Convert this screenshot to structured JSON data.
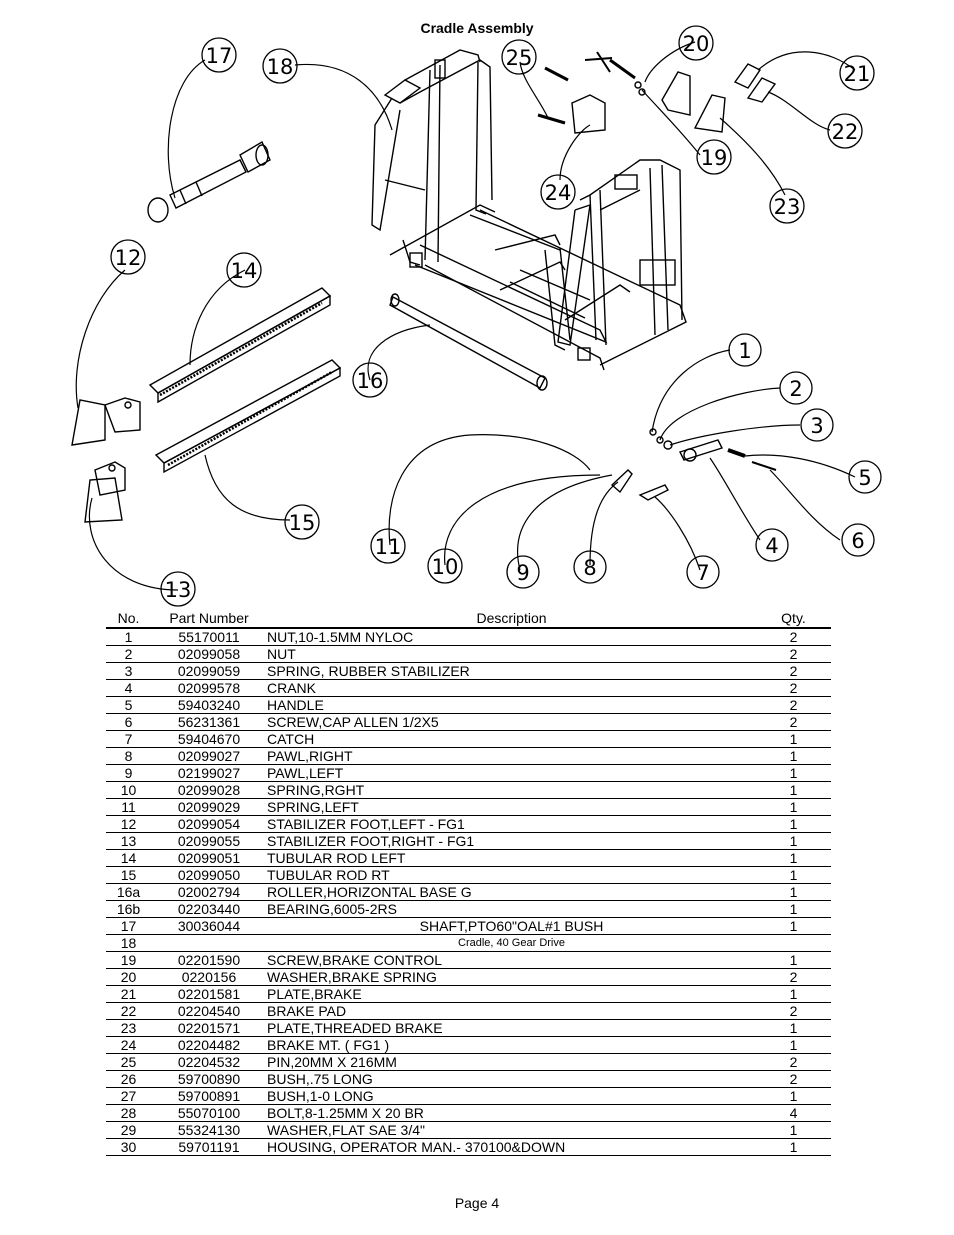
{
  "title": "Cradle Assembly",
  "callouts": [
    "1",
    "2",
    "3",
    "4",
    "5",
    "6",
    "7",
    "8",
    "9",
    "10",
    "11",
    "12",
    "13",
    "14",
    "15",
    "16",
    "17",
    "18",
    "19",
    "20",
    "21",
    "22",
    "23",
    "24",
    "25"
  ],
  "table": {
    "headers": {
      "no": "No.",
      "part": "Part Number",
      "desc": "Description",
      "qty": "Qty."
    },
    "rows": [
      {
        "no": "1",
        "part": "55170011",
        "desc": "NUT,10-1.5MM NYLOC",
        "qty": "2"
      },
      {
        "no": "2",
        "part": "02099058",
        "desc": "NUT",
        "qty": "2"
      },
      {
        "no": "3",
        "part": "02099059",
        "desc": "SPRING, RUBBER STABILIZER",
        "qty": "2"
      },
      {
        "no": "4",
        "part": "02099578",
        "desc": "CRANK",
        "qty": "2"
      },
      {
        "no": "5",
        "part": "59403240",
        "desc": "HANDLE",
        "qty": "2"
      },
      {
        "no": "6",
        "part": "56231361",
        "desc": "SCREW,CAP ALLEN 1/2X5",
        "qty": "2"
      },
      {
        "no": "7",
        "part": "59404670",
        "desc": "CATCH",
        "qty": "1"
      },
      {
        "no": "8",
        "part": "02099027",
        "desc": "PAWL,RIGHT",
        "qty": "1"
      },
      {
        "no": "9",
        "part": "02199027",
        "desc": "PAWL,LEFT",
        "qty": "1"
      },
      {
        "no": "10",
        "part": "02099028",
        "desc": "SPRING,RGHT",
        "qty": "1"
      },
      {
        "no": "11",
        "part": "02099029",
        "desc": "SPRING,LEFT",
        "qty": "1"
      },
      {
        "no": "12",
        "part": "02099054",
        "desc": "STABILIZER FOOT,LEFT - FG1",
        "qty": "1"
      },
      {
        "no": "13",
        "part": "02099055",
        "desc": "STABILIZER FOOT,RIGHT - FG1",
        "qty": "1"
      },
      {
        "no": "14",
        "part": "02099051",
        "desc": "TUBULAR ROD LEFT",
        "qty": "1"
      },
      {
        "no": "15",
        "part": "02099050",
        "desc": "TUBULAR ROD RT",
        "qty": "1"
      },
      {
        "no": "16a",
        "part": "02002794",
        "desc": "ROLLER,HORIZONTAL BASE G",
        "qty": "1"
      },
      {
        "no": "16b",
        "part": "02203440",
        "desc": "BEARING,6005-2RS",
        "qty": "1"
      },
      {
        "no": "17",
        "part": "30036044",
        "desc": "SHAFT,PTO60\"OAL#1 BUSH",
        "qty": "1",
        "align": "center"
      },
      {
        "no": "18",
        "part": "",
        "desc": "Cradle, 40 Gear Drive",
        "qty": "",
        "align": "small"
      },
      {
        "no": "19",
        "part": "02201590",
        "desc": "SCREW,BRAKE CONTROL",
        "qty": "1"
      },
      {
        "no": "20",
        "part": "0220156",
        "desc": "WASHER,BRAKE SPRING",
        "qty": "2"
      },
      {
        "no": "21",
        "part": "02201581",
        "desc": "PLATE,BRAKE",
        "qty": "1"
      },
      {
        "no": "22",
        "part": "02204540",
        "desc": "BRAKE PAD",
        "qty": "2"
      },
      {
        "no": "23",
        "part": "02201571",
        "desc": "PLATE,THREADED BRAKE",
        "qty": "1"
      },
      {
        "no": "24",
        "part": "02204482",
        "desc": "BRAKE MT. ( FG1 )",
        "qty": "1"
      },
      {
        "no": "25",
        "part": "02204532",
        "desc": "PIN,20MM X 216MM",
        "qty": "2"
      },
      {
        "no": "26",
        "part": "59700890",
        "desc": "BUSH,.75 LONG",
        "qty": "2"
      },
      {
        "no": "27",
        "part": "59700891",
        "desc": "BUSH,1-0 LONG",
        "qty": "1"
      },
      {
        "no": "28",
        "part": "55070100",
        "desc": "BOLT,8-1.25MM X 20 BR",
        "qty": "4"
      },
      {
        "no": "29",
        "part": "55324130",
        "desc": "WASHER,FLAT SAE 3/4\"",
        "qty": "1"
      },
      {
        "no": "30",
        "part": "59701191",
        "desc": "HOUSING, OPERATOR MAN.- 370100&DOWN",
        "qty": "1"
      }
    ]
  },
  "footer": {
    "page": "Page 4"
  }
}
